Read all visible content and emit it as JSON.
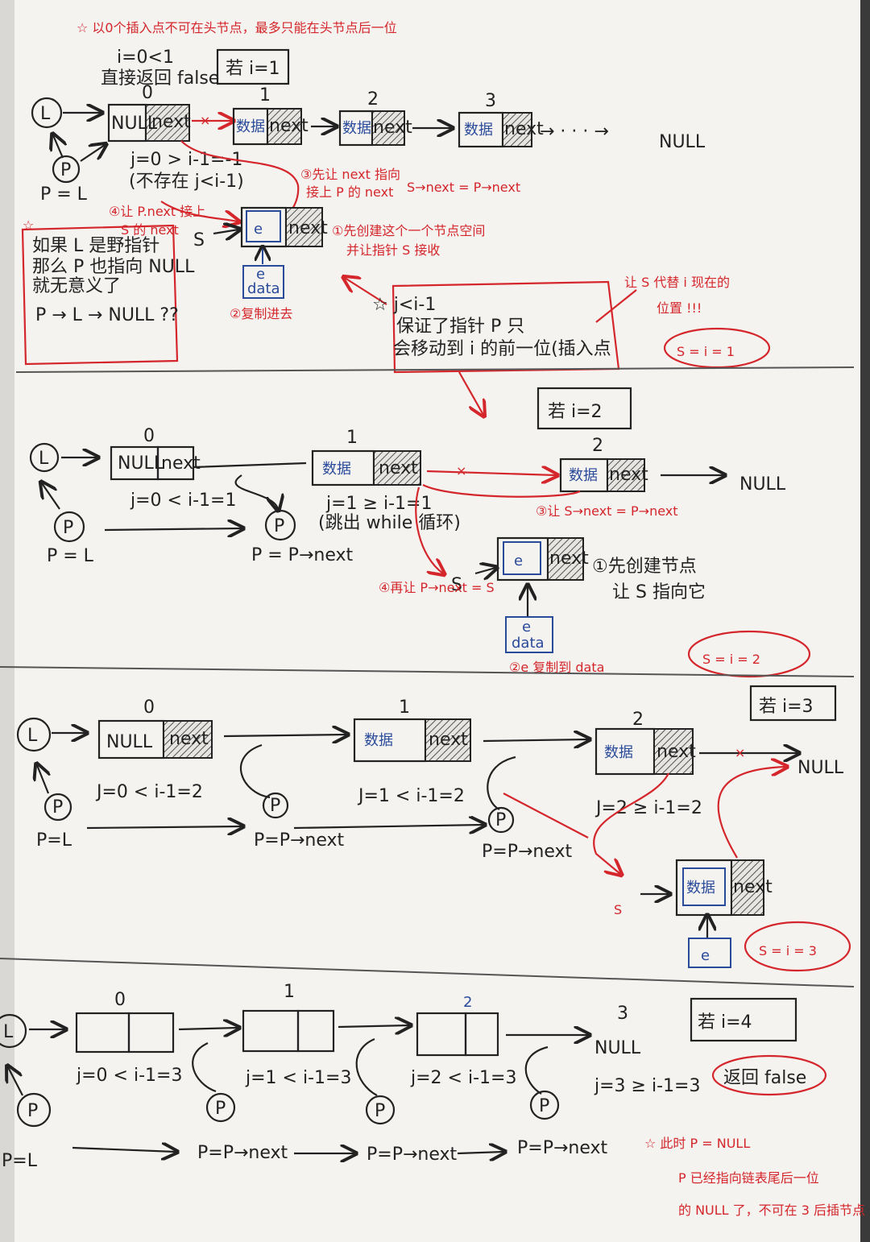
{
  "top_note": "☆ 以0个插入点不可在头节点，最多只能在头节点后一位",
  "s1": {
    "cond1": "i=0<1",
    "cond2": "直接返回 false",
    "case": "若 i=1",
    "idx0": "0",
    "idx1": "1",
    "idx2": "2",
    "idx3": "3",
    "null_lbl": "NULL",
    "next_lbl": "next",
    "data_lbl": "数据",
    "dots": "→ · · · →",
    "end": "NULL",
    "L": "L",
    "P": "P",
    "pL": "P = L",
    "S": "S",
    "e": "e",
    "data": "data",
    "j_cond1": "j=0 > i-1=-1",
    "j_cond2": "(不存在 j<i-1)",
    "step3a": "③先让 next 指向",
    "step3b": "接上 P 的 next",
    "step3c": "S→next = P→next",
    "step4a": "④让 P.next 接上",
    "step4b": "S 的 next",
    "step1a": "①先创建这个一个节点空间",
    "step1b": "并让指针 S 接收",
    "step2": "②复制进去",
    "note1": "如果 L 是野指针",
    "note2": "那么 P 也指向 NULL",
    "note3": "就无意义了",
    "note4": "P → L → NULL ??",
    "box1": "☆ j<i-1",
    "box2": "保证了指针 P 只",
    "box3": "会移动到 i 的前一位(插入点",
    "side1": "让 S 代替 i 现在的",
    "side2": "位置 !!!",
    "eq": "S = i = 1"
  },
  "s2": {
    "case": "若 i=2",
    "idx0": "0",
    "idx1": "1",
    "idx2": "2",
    "null_lbl": "NULL",
    "next_lbl": "next",
    "data_lbl": "数据",
    "end": "NULL",
    "L": "L",
    "P": "P",
    "pL": "P = L",
    "pp": "P = P→next",
    "j0": "j=0 < i-1=1",
    "j1": "j=1 ≥ i-1=1",
    "j1b": "(跳出 while 循环)",
    "step3": "③让 S→next = P→next",
    "step1a": "①先创建节点",
    "step1b": "让 S 指向它",
    "step4": "④再让 P→next = S",
    "step2": "②e 复制到 data",
    "S": "S",
    "e": "e",
    "data": "data",
    "eq": "S = i = 2"
  },
  "s3": {
    "case": "若 i=3",
    "idx0": "0",
    "idx1": "1",
    "idx2": "2",
    "null_lbl": "NULL",
    "next_lbl": "next",
    "data_lbl": "数据",
    "end": "NULL",
    "L": "L",
    "P": "P",
    "pL": "P=L",
    "pp1": "P=P→next",
    "pp2": "P=P→next",
    "j0": "J=0 < i-1=2",
    "j1": "J=1 < i-1=2",
    "j2": "J=2 ≥ i-1=2",
    "S": "S",
    "e": "e",
    "eq": "S = i = 3"
  },
  "s4": {
    "case": "若 i=4",
    "idx0": "0",
    "idx1": "1",
    "idx2": "2",
    "idx3": "3",
    "end": "NULL",
    "L": "L",
    "P": "P",
    "pL": "P=L",
    "pp1": "P=P→next",
    "pp2": "P=P→next",
    "pp3": "P=P→next",
    "j0": "j=0 < i-1=3",
    "j1": "j=1 < i-1=3",
    "j2": "j=2 < i-1=3",
    "j3": "j=3 ≥ i-1=3",
    "ret": "返回 false",
    "note1": "☆ 此时 P = NULL",
    "note2": "P 已经指向链表尾后一位",
    "note3": "的 NULL 了，不可在 3 后插节点"
  }
}
